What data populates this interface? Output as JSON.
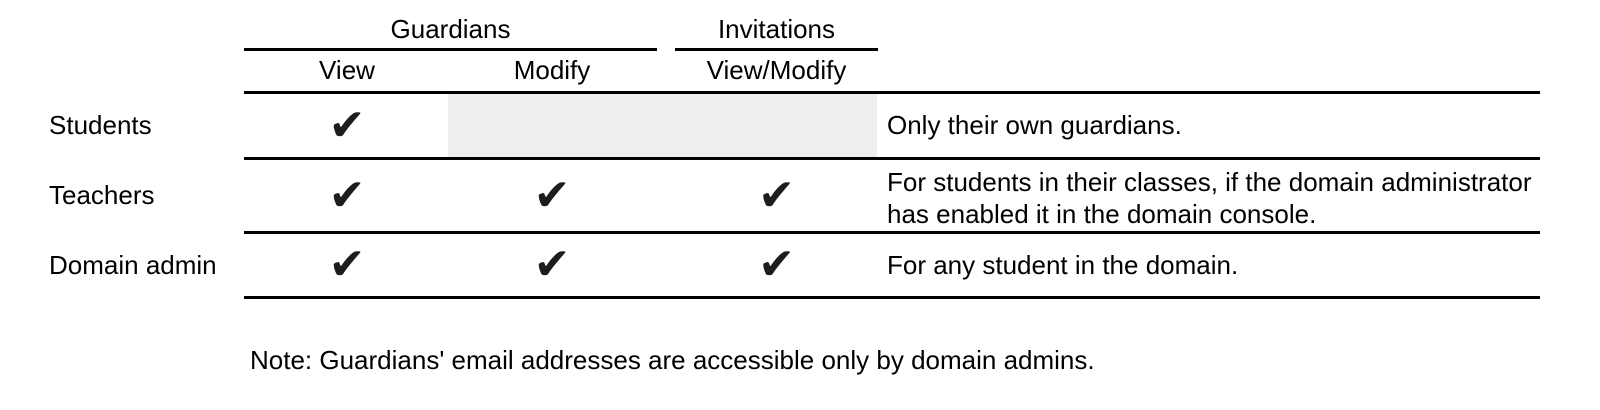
{
  "header": {
    "groups": [
      {
        "label": "Guardians"
      },
      {
        "label": "Invitations"
      }
    ],
    "subcolumns": [
      "View",
      "Modify",
      "View/Modify"
    ]
  },
  "rows": [
    {
      "label": "Students",
      "guardians_view": true,
      "guardians_modify": false,
      "invitations_view_modify": false,
      "note_lines": [
        "Only their own guardians."
      ]
    },
    {
      "label": "Teachers",
      "guardians_view": true,
      "guardians_modify": true,
      "invitations_view_modify": true,
      "note_lines": [
        "For students in their classes, if the domain administrator",
        "has enabled it in the domain console."
      ]
    },
    {
      "label": "Domain admin",
      "guardians_view": true,
      "guardians_modify": true,
      "invitations_view_modify": true,
      "note_lines": [
        "For any student in the domain."
      ]
    }
  ],
  "glyphs": {
    "check": "✔"
  },
  "footnote": "Note: Guardians' email addresses are accessible only by domain admins.",
  "colors": {
    "text": "#000000",
    "line": "#000000",
    "check": "#1d1d1d",
    "disabled_cell": "#eeeeee"
  }
}
